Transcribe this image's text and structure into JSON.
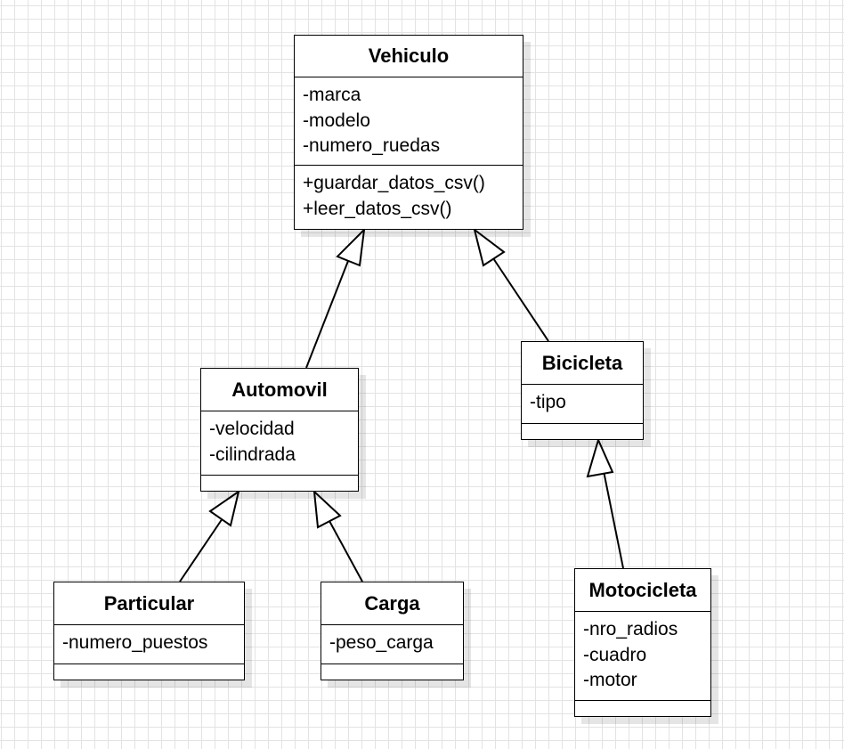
{
  "diagram": {
    "classes": {
      "vehiculo": {
        "name": "Vehiculo",
        "attributes": [
          "-marca",
          "-modelo",
          "-numero_ruedas"
        ],
        "operations": [
          "+guardar_datos_csv()",
          "+leer_datos_csv()"
        ]
      },
      "automovil": {
        "name": "Automovil",
        "attributes": [
          "-velocidad",
          "-cilindrada"
        ],
        "operations": []
      },
      "bicicleta": {
        "name": "Bicicleta",
        "attributes": [
          "-tipo"
        ],
        "operations": []
      },
      "particular": {
        "name": "Particular",
        "attributes": [
          "-numero_puestos"
        ],
        "operations": []
      },
      "carga": {
        "name": "Carga",
        "attributes": [
          "-peso_carga"
        ],
        "operations": []
      },
      "motocicleta": {
        "name": "Motocicleta",
        "attributes": [
          "-nro_radios",
          "-cuadro",
          "-motor"
        ],
        "operations": []
      }
    },
    "relations": [
      {
        "type": "generalization",
        "child": "Automovil",
        "parent": "Vehiculo"
      },
      {
        "type": "generalization",
        "child": "Bicicleta",
        "parent": "Vehiculo"
      },
      {
        "type": "generalization",
        "child": "Particular",
        "parent": "Automovil"
      },
      {
        "type": "generalization",
        "child": "Carga",
        "parent": "Automovil"
      },
      {
        "type": "generalization",
        "child": "Motocicleta",
        "parent": "Bicicleta"
      }
    ]
  }
}
